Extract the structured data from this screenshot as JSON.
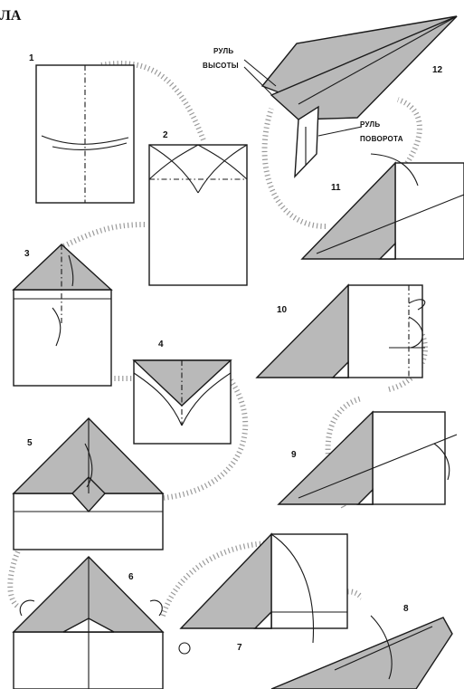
{
  "header": {
    "title_fragment": "ЛА"
  },
  "steps": [
    "1",
    "2",
    "3",
    "4",
    "5",
    "6",
    "7",
    "8",
    "9",
    "10",
    "11",
    "12"
  ],
  "labels": {
    "elevator": [
      "РУЛЬ",
      "ВЫСОТЫ"
    ],
    "rudder": [
      "РУЛЬ",
      "ПОВОРОТА"
    ]
  },
  "colors": {
    "paper": "#ffffff",
    "shade": "#b9b9b9",
    "line": "#1a1a1a",
    "connector": "#9a9a9a"
  }
}
